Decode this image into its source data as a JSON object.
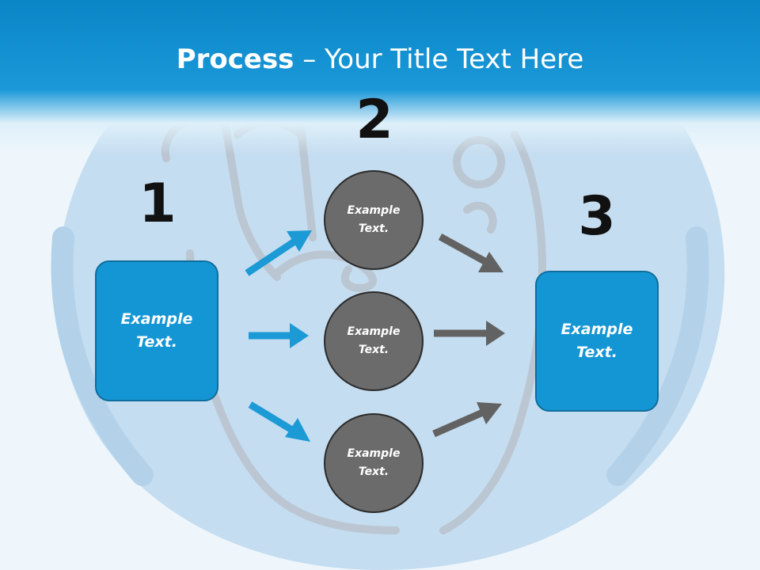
{
  "title": {
    "bold": "Process",
    "rest": " – Your Title Text Here"
  },
  "steps": [
    {
      "number": "1",
      "label": "Example\nText."
    },
    {
      "number": "2",
      "items": [
        "Example\nText.",
        "Example\nText.",
        "Example\nText."
      ]
    },
    {
      "number": "3",
      "label": "Example\nText."
    }
  ],
  "colors": {
    "header": "#0a86c7",
    "box": "#1596d4",
    "circle": "#6b6b6b",
    "blue_arrow": "#1b9ad6",
    "gray_arrow": "#626262"
  }
}
